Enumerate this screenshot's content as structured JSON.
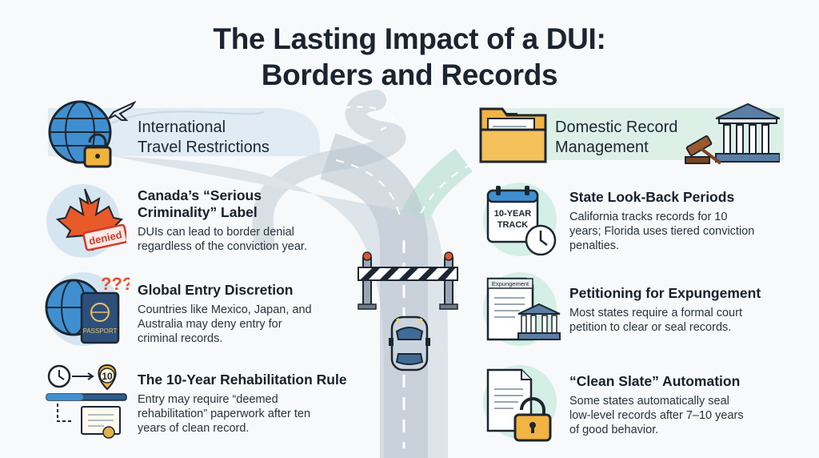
{
  "title": {
    "line1": "The Lasting Impact of a DUI:",
    "line2": "Borders and Records"
  },
  "left_section": {
    "heading_line1": "International",
    "heading_line2": "Travel Restrictions",
    "items": [
      {
        "title_line1": "Canada’s “Serious",
        "title_line2": "Criminality” Label",
        "body_line1": "DUIs can lead to border denial",
        "body_line2": "regardless of the conviction year.",
        "stamp_text": "denied",
        "icon": "maple-leaf-icon"
      },
      {
        "title": "Global Entry Discretion",
        "body_line1": "Countries like Mexico, Japan, and",
        "body_line2": "Australia may deny entry for",
        "body_line3": "criminal records.",
        "passport_text": "PASSPORT",
        "question_marks": "???",
        "icon": "passport-icon"
      },
      {
        "title": "The 10-Year Rehabilitation Rule",
        "body_line1": "Entry may require “deemed",
        "body_line2": "rehabilitation” paperwork after ten",
        "body_line3": "years of clean record.",
        "badge_text": "10",
        "icon": "timeline-icon"
      }
    ]
  },
  "right_section": {
    "heading_line1": "Domestic Record",
    "heading_line2": "Management",
    "items": [
      {
        "title": "State Look-Back Periods",
        "body_line1": "California tracks records for 10",
        "body_line2": "years; Florida uses tiered conviction",
        "body_line3": "penalties.",
        "calendar_line1": "10-YEAR",
        "calendar_line2": "TRACK",
        "icon": "calendar-clock-icon"
      },
      {
        "title": "Petitioning for Expungement",
        "body_line1": "Most states require a formal court",
        "body_line2": "petition to clear or seal records.",
        "doc_label": "Expungement",
        "icon": "document-courthouse-icon"
      },
      {
        "title": "“Clean Slate” Automation",
        "body_line1": "Some states automatically seal",
        "body_line2": "low-level records after 7–10 years",
        "body_line3": "of good behavior.",
        "icon": "document-lock-icon"
      }
    ]
  },
  "colors": {
    "left_accent": "#d6e6f1",
    "right_accent": "#d4efe5",
    "road": "#aeb9c3",
    "barrier_stripe": "#e9b64a",
    "folder": "#f2b443",
    "stamp_red": "#cf3b2b",
    "maple": "#e85a2a"
  }
}
